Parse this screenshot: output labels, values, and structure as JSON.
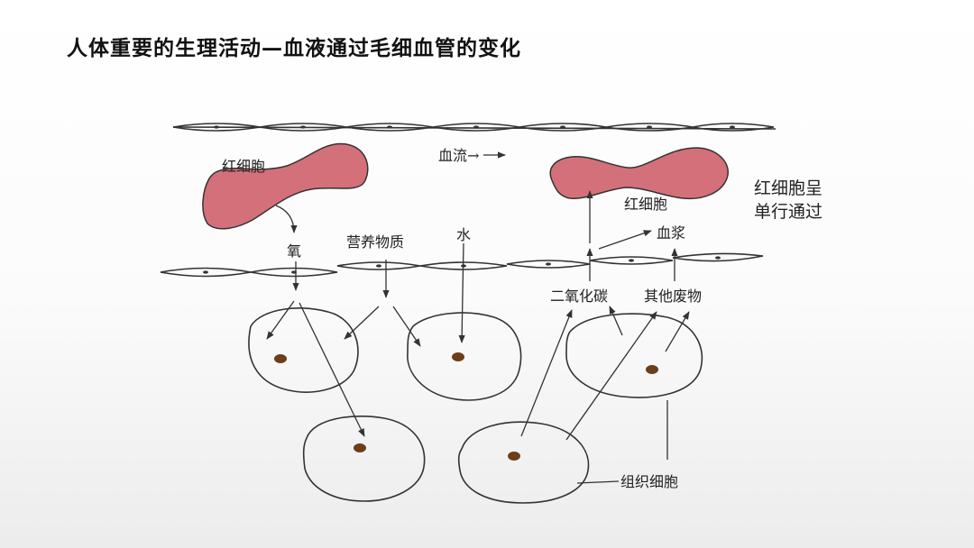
{
  "title": "人体重要的生理活动—血液通过毛细血管的变化",
  "side_note": {
    "line1": "红细胞呈",
    "line2": "单行通过"
  },
  "diagram": {
    "labels": {
      "rbc_left": "红细胞",
      "rbc_right": "红细胞",
      "blood_flow": "血流→",
      "oxygen": "氧",
      "nutrients": "营养物质",
      "water": "水",
      "plasma": "血浆",
      "co2": "二氧化碳",
      "other_waste": "其他废物",
      "tissue_cells": "组织细胞"
    },
    "colors": {
      "rbc_fill": "#d4707a",
      "outline": "#333333",
      "nucleus": "#6b3f1c"
    }
  }
}
